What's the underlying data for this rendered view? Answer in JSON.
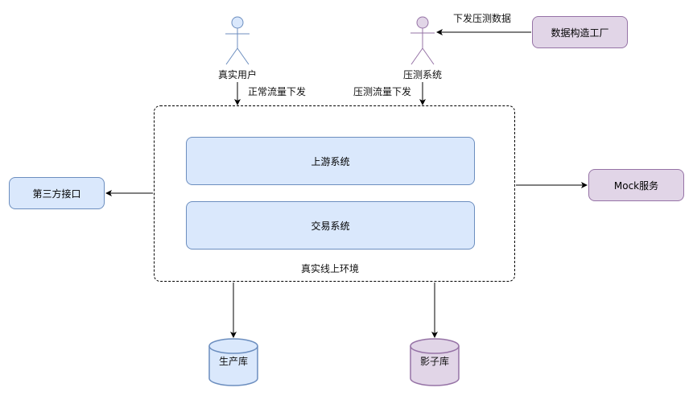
{
  "actors": {
    "real_user": {
      "label": "真实用户",
      "color": "#dae8fc",
      "stroke": "#6c8ebf"
    },
    "stress_system": {
      "label": "压测系统",
      "color": "#e1d5e7",
      "stroke": "#9673a6"
    }
  },
  "edges": {
    "normal_traffic": "正常流量下发",
    "stress_traffic": "压测流量下发",
    "stress_data": "下发压测数据"
  },
  "nodes": {
    "data_factory": "数据构造工厂",
    "third_party": "第三方接口",
    "mock_service": "Mock服务",
    "upstream": "上游系统",
    "trading": "交易系统",
    "environment": "真实线上环境",
    "prod_db": "生产库",
    "shadow_db": "影子库"
  }
}
